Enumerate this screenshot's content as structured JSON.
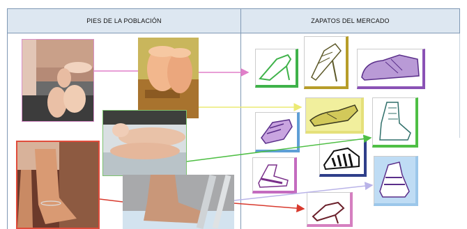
{
  "headers": {
    "left": "PIES DE LA POBLACIÓN",
    "right": "ZAPATOS DEL MERCADO"
  },
  "colors": {
    "header_bg": "#dde7f1",
    "header_border": "#7f98b4",
    "arrow_pink": "#e07fc9",
    "arrow_yellow": "#ecea74",
    "arrow_green": "#4fbf45",
    "arrow_lavender": "#b9b3e8",
    "arrow_red": "#d8392d"
  },
  "photos": [
    {
      "id": "feet-photo-1",
      "desc": "soles-on-lounger"
    },
    {
      "id": "feet-photo-2",
      "desc": "crossed-soles"
    },
    {
      "id": "feet-photo-3",
      "desc": "feet-on-towel"
    },
    {
      "id": "feet-photo-4",
      "desc": "standing-ankle-bracelet"
    },
    {
      "id": "feet-photo-5",
      "desc": "foot-by-chair-leg"
    }
  ],
  "shoes": [
    {
      "id": "shoe-green-heel",
      "color": "#3fb24a"
    },
    {
      "id": "shoe-olive-sandal-heel",
      "color": "#b79d2a"
    },
    {
      "id": "shoe-purple-oxford",
      "color": "#8a52b5"
    },
    {
      "id": "shoe-blue-sandal",
      "color": "#5e9fd6"
    },
    {
      "id": "shoe-yellow-flat",
      "color": "#e5e07a"
    },
    {
      "id": "shoe-teal-boot",
      "color": "#4fbf45"
    },
    {
      "id": "shoe-navy-sneaker",
      "color": "#2f3f8a"
    },
    {
      "id": "shoe-pink-sandal",
      "color": "#c46bbf"
    },
    {
      "id": "shoe-blue-wedge",
      "color": "#9cc7ea"
    },
    {
      "id": "shoe-pink-heel",
      "color": "#d57fc0"
    }
  ]
}
